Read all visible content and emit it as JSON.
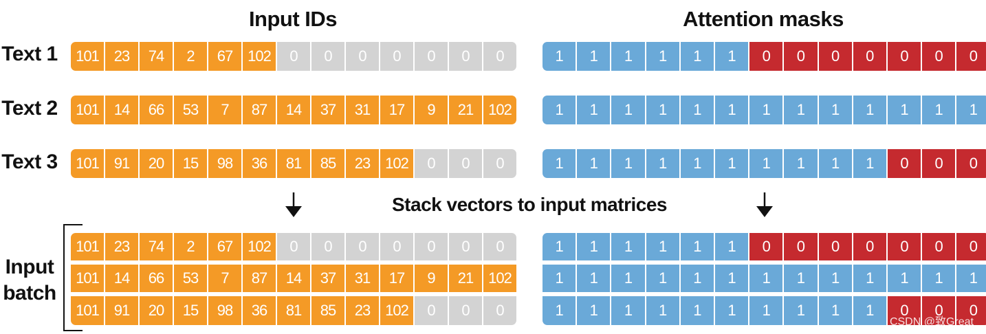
{
  "headings": {
    "input_ids": "Input IDs",
    "attention_masks": "Attention masks"
  },
  "row_labels": [
    "Text 1",
    "Text 2",
    "Text 3"
  ],
  "stack_label": "Stack vectors to input matrices",
  "batch_label_line1": "Input",
  "batch_label_line2": "batch",
  "watermark": "CSDN @致Great",
  "colors": {
    "token": "#f49a26",
    "pad": "#d3d3d3",
    "mask_one": "#6aa9d8",
    "mask_zero": "#c52a2f"
  },
  "input_ids": [
    [
      "101",
      "23",
      "74",
      "2",
      "67",
      "102",
      "0",
      "0",
      "0",
      "0",
      "0",
      "0",
      "0"
    ],
    [
      "101",
      "14",
      "66",
      "53",
      "7",
      "87",
      "14",
      "37",
      "31",
      "17",
      "9",
      "21",
      "102"
    ],
    [
      "101",
      "91",
      "20",
      "15",
      "98",
      "36",
      "81",
      "85",
      "23",
      "102",
      "0",
      "0",
      "0"
    ]
  ],
  "pad_flags": [
    [
      0,
      0,
      0,
      0,
      0,
      0,
      1,
      1,
      1,
      1,
      1,
      1,
      1
    ],
    [
      0,
      0,
      0,
      0,
      0,
      0,
      0,
      0,
      0,
      0,
      0,
      0,
      0
    ],
    [
      0,
      0,
      0,
      0,
      0,
      0,
      0,
      0,
      0,
      0,
      1,
      1,
      1
    ]
  ],
  "attention_masks": [
    [
      "1",
      "1",
      "1",
      "1",
      "1",
      "1",
      "0",
      "0",
      "0",
      "0",
      "0",
      "0",
      "0"
    ],
    [
      "1",
      "1",
      "1",
      "1",
      "1",
      "1",
      "1",
      "1",
      "1",
      "1",
      "1",
      "1",
      "1"
    ],
    [
      "1",
      "1",
      "1",
      "1",
      "1",
      "1",
      "1",
      "1",
      "1",
      "1",
      "0",
      "0",
      "0"
    ]
  ]
}
